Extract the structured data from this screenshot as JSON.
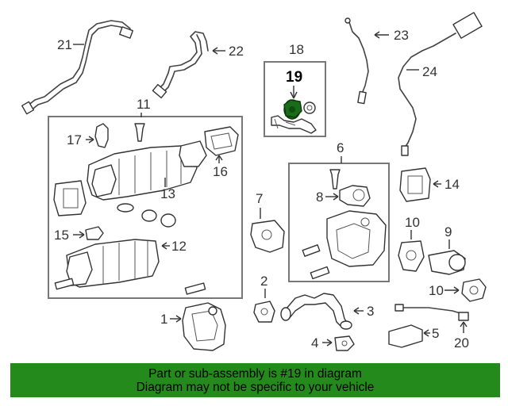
{
  "diagram": {
    "callouts": [
      "1",
      "2",
      "3",
      "4",
      "5",
      "6",
      "7",
      "8",
      "9",
      "10",
      "10",
      "11",
      "12",
      "13",
      "14",
      "15",
      "16",
      "17",
      "18",
      "19",
      "20",
      "21",
      "22",
      "23",
      "24"
    ],
    "highlighted_part": "19",
    "highlight_color": "#1a6b1a"
  },
  "banner": {
    "line1": "Part or sub-assembly is #19 in diagram",
    "line2": "Diagram may not be specific to your vehicle",
    "background": "#258a1c"
  }
}
